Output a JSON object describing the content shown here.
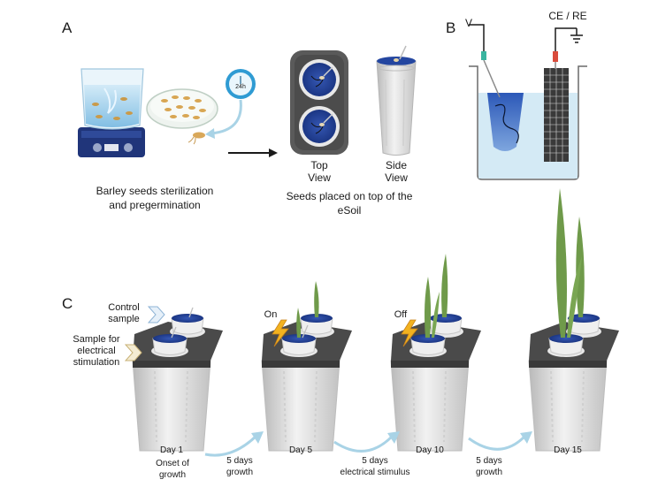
{
  "panels": {
    "a": "A",
    "b": "B",
    "c": "C"
  },
  "panel_a": {
    "timer_label": "24h",
    "caption_left_line1": "Barley seeds sterilization",
    "caption_left_line2": "and pregermination",
    "top_view": [
      "Top",
      "View"
    ],
    "side_view": [
      "Side",
      "View"
    ],
    "caption_right_line1": "Seeds placed on top of the",
    "caption_right_line2": "eSoil"
  },
  "panel_b": {
    "v_label": "V",
    "ce_re_label": "CE / RE"
  },
  "panel_c": {
    "control_sample": [
      "Control",
      "sample"
    ],
    "stim_sample": [
      "Sample for",
      "electrical",
      "stimulation"
    ],
    "on_label": "On",
    "off_label": "Off",
    "days": [
      "Day 1",
      "Day 5",
      "Day 10",
      "Day 15"
    ],
    "onset": [
      "Onset of",
      "growth"
    ],
    "steps": [
      [
        "5 days",
        "growth"
      ],
      [
        "5 days",
        "electrical stimulus"
      ],
      [
        "5 days",
        "growth"
      ]
    ]
  },
  "colors": {
    "soil_blue": "#1f3f9a",
    "leaf_green": "#6f9a4a",
    "pot_gray": "#d8d8d8",
    "tray_dark": "#4a4a4a",
    "arrow_light_blue": "#a9d3e6",
    "lightning_yellow": "#f2b21f"
  }
}
